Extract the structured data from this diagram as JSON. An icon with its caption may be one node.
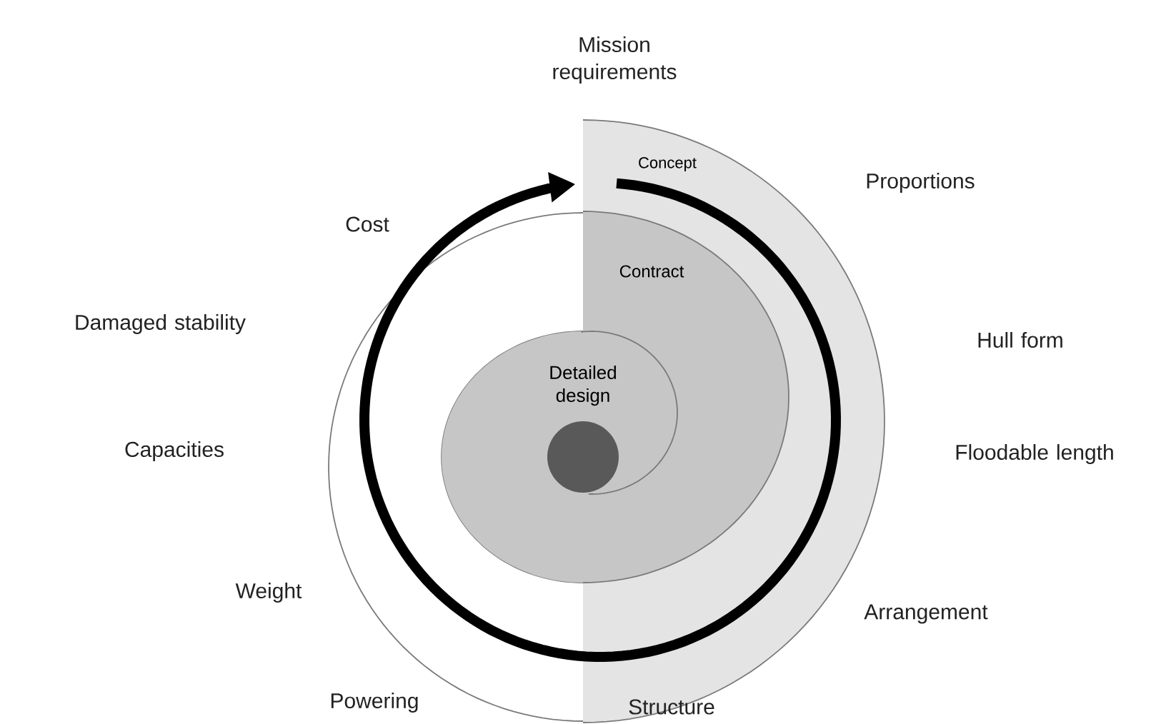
{
  "diagram": {
    "nodes": [
      {
        "text": [
          "Concept"
        ]
      },
      {
        "text": [
          "Contract"
        ],
        "in": 0
      },
      {
        "text": [
          "Detailed design"
        ]
      },
      {
        "text": [],
        "shape": "circle",
        "in": 2
      }
    ],
    "labels": [
      "Mission requirements",
      "Proportions",
      "Cost",
      "Damaged stability",
      "Hull form",
      "Capacities",
      "Floodable length",
      "Weight",
      "Arrangement",
      "Powering",
      "Structure"
    ]
  }
}
